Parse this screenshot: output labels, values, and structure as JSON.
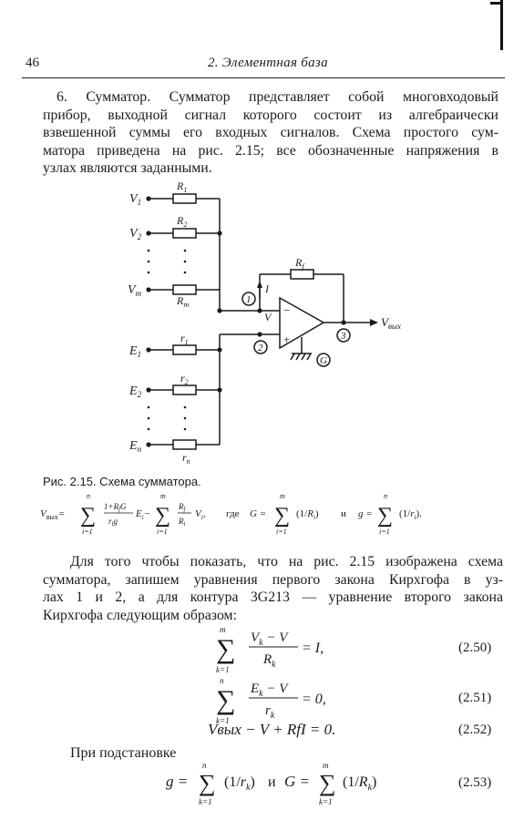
{
  "header": {
    "page_number": "46",
    "running_title": "2. Элементная база"
  },
  "intro_paragraph": {
    "lines": [
      "6. Сумматор. Сумматор представляет собой многовходовый",
      "прибор, выходной сигнал которого состоит из алгебраически",
      "взвешенной суммы его входных сигналов. Схема простого сум-",
      "матора приведена на рис. 2.15; все обозначенные напряжения в",
      "узлах являются заданными."
    ]
  },
  "circuit": {
    "inputs_v": [
      "V1",
      "V2",
      "Vm"
    ],
    "inputs_e": [
      "E1",
      "E2",
      "En"
    ],
    "resistors_r": [
      "R1",
      "R2",
      "Rm"
    ],
    "resistors_small_r": [
      "r1",
      "r2",
      "rn"
    ],
    "feedback": "Rf",
    "current": "I",
    "node_v": "V",
    "output": "Vвых",
    "nodes": [
      "1",
      "2",
      "3",
      "G"
    ],
    "opamp_minus": "−",
    "opamp_plus": "+"
  },
  "caption": "Рис. 2.15. Схема сумматора.",
  "caption_formula": {
    "lhs": "Vвых",
    "word_where": "где",
    "word_and": "и"
  },
  "body_paragraph": {
    "lines": [
      "Для того чтобы показать, что на рис. 2.15 изображена схема",
      "сумматора, запишем уравнения первого закона Кирхгофа в уз-",
      "лах 1 и 2, а для контура 3G213 — уравнение второго закона",
      "Кирхгофа следующим образом:"
    ]
  },
  "equations": [
    {
      "number": "(2.50)",
      "rhs": "= I,"
    },
    {
      "number": "(2.51)",
      "rhs": "= 0,"
    },
    {
      "number": "(2.52)",
      "text": "Vвых − V + RfI = 0."
    },
    {
      "number": "(2.53)"
    }
  ],
  "substitution_label": "При подстановке",
  "eq253": {
    "conj": "и"
  }
}
